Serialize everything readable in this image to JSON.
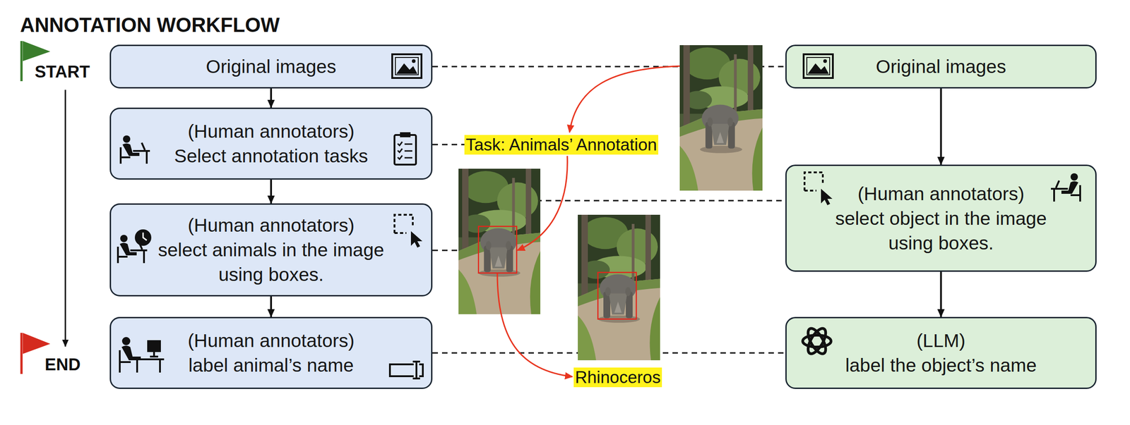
{
  "diagram": {
    "title": "ANNOTATION WORKFLOW",
    "nodes": [
      {
        "text": [
          "Original images"
        ]
      },
      {
        "text": [
          "Original images"
        ]
      },
      {
        "text": [
          "(Human annotators)",
          "Select annotation tasks"
        ]
      },
      {
        "text": [
          "(Human annotators)",
          "select animals in the image using boxes."
        ]
      },
      {
        "text": [
          "(Human annotators)",
          "select object in the image using boxes."
        ]
      },
      {
        "text": [
          "(Human annotators)",
          "label animal’s name"
        ]
      },
      {
        "text": [
          "(LLM)",
          "label the object’s name"
        ]
      }
    ],
    "edges": [
      {
        "from": 0,
        "to": 2,
        "arrow": "to"
      },
      {
        "from": 2,
        "to": 3,
        "arrow": "to"
      },
      {
        "from": 3,
        "to": 5,
        "arrow": "to"
      },
      {
        "from": 1,
        "to": 4,
        "arrow": "to"
      },
      {
        "from": 4,
        "to": 6,
        "arrow": "to"
      },
      {
        "from": 0,
        "to": 1,
        "arrow": "none"
      },
      {
        "from": 3,
        "to": 4,
        "arrow": "none"
      },
      {
        "from": 5,
        "to": 6,
        "arrow": "none"
      }
    ],
    "labels": [
      "START",
      "Task: Animals’ Annotation",
      "Rhinoceros",
      "END"
    ]
  }
}
